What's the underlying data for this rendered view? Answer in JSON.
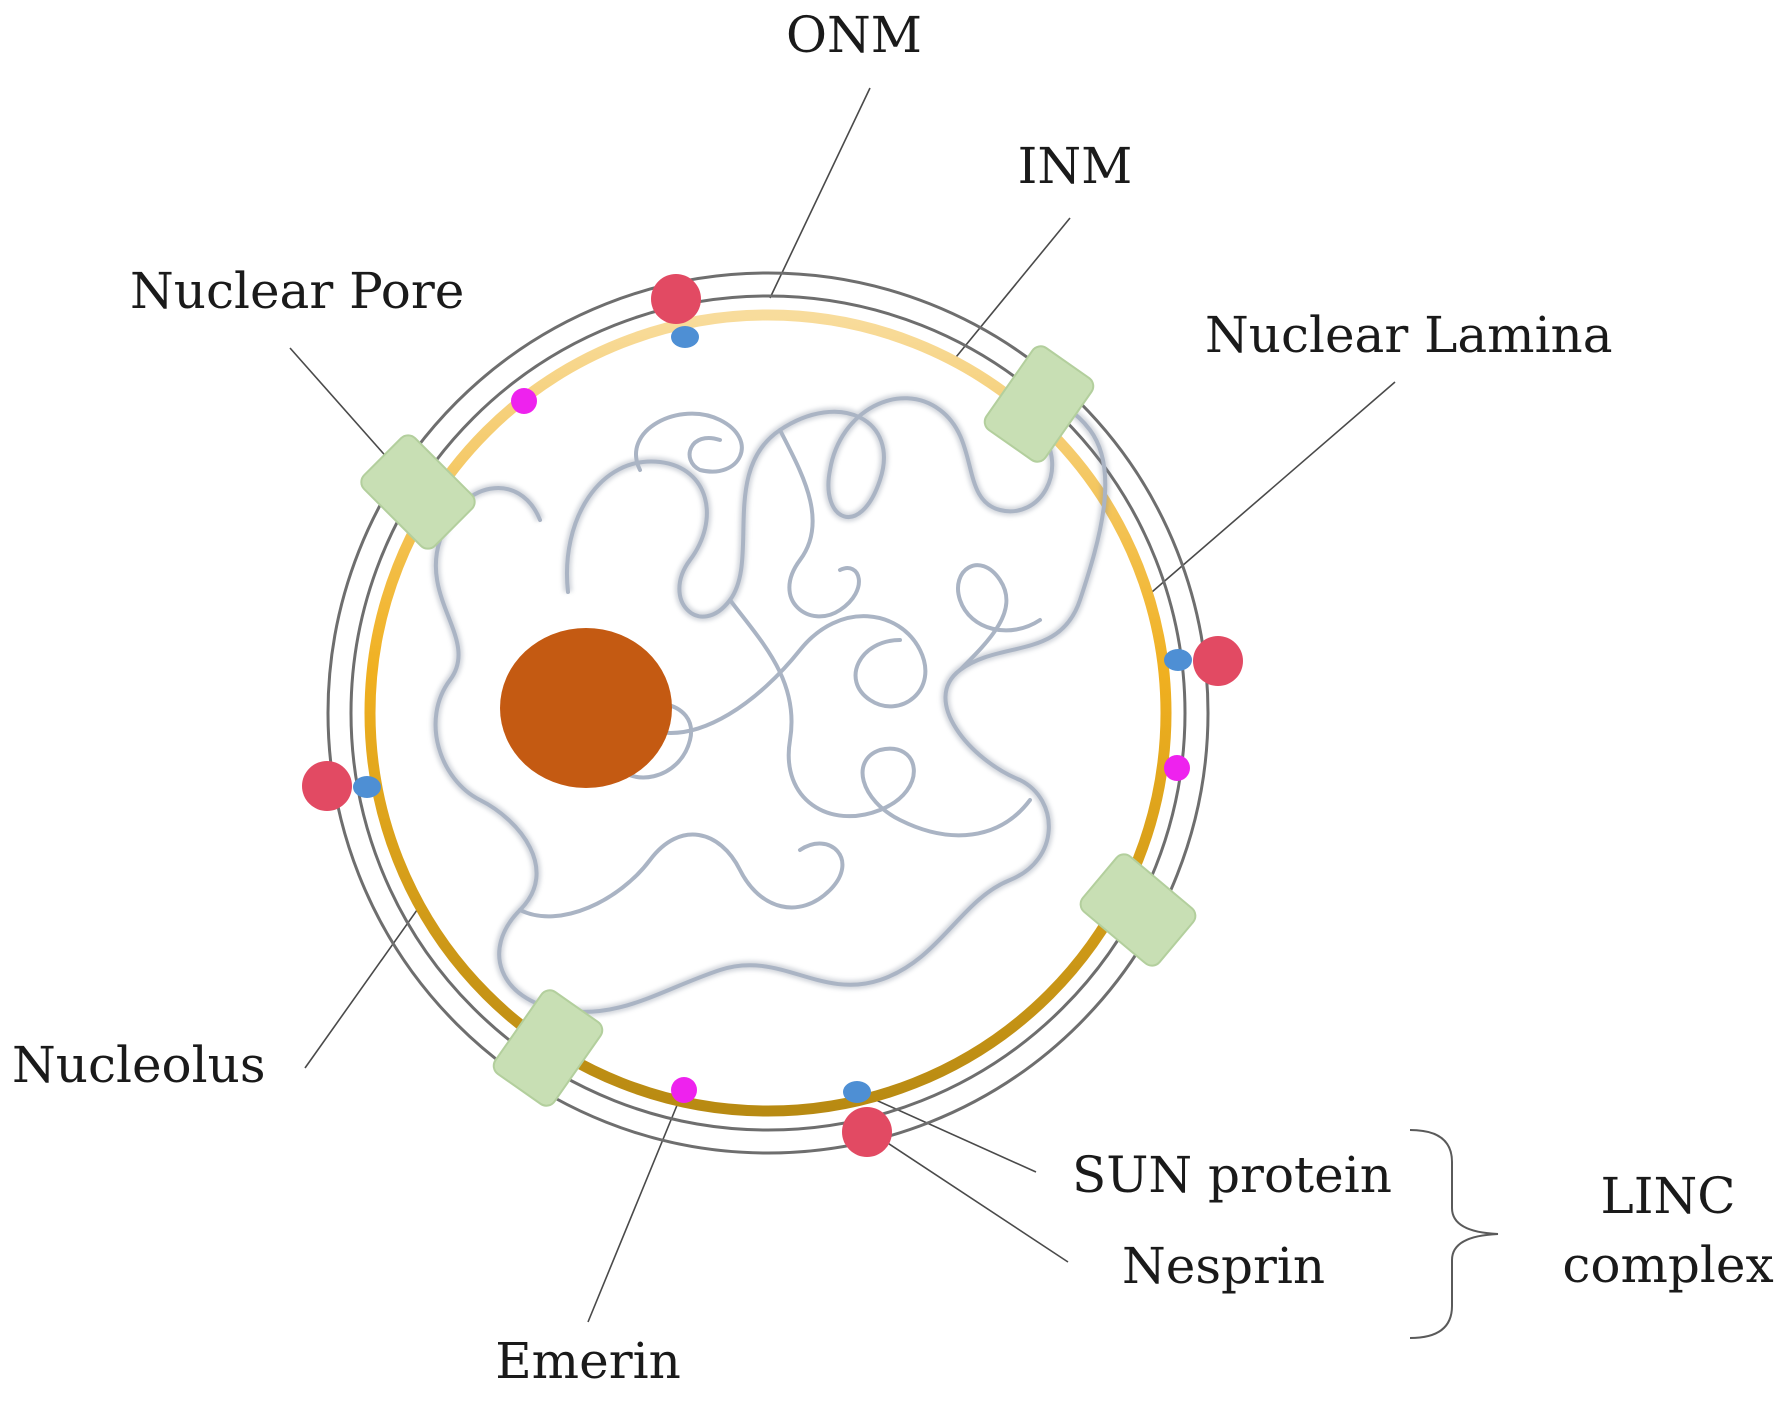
{
  "diagram": {
    "labels": {
      "onm": "ONM",
      "inm": "INM",
      "nuclear_pore": "Nuclear Pore",
      "nuclear_lamina": "Nuclear Lamina",
      "nucleolus": "Nucleolus",
      "sun_protein": "SUN protein",
      "nesprin": "Nesprin",
      "linc_line1": "LINC",
      "linc_line2": "complex",
      "emerin": "Emerin"
    },
    "colors": {
      "membrane": "#6e6e6e",
      "lamina_light": "#f8dc9c",
      "lamina_mid": "#f0b020",
      "lamina_dark": "#b88a12",
      "chromatin": "#aab4c4",
      "nucleolus": "#c45a12",
      "nuclear_pore": "#c8dfb4",
      "nesprin": "#e24a63",
      "sun_protein": "#4e8fd4",
      "emerin": "#ee22ee"
    }
  }
}
